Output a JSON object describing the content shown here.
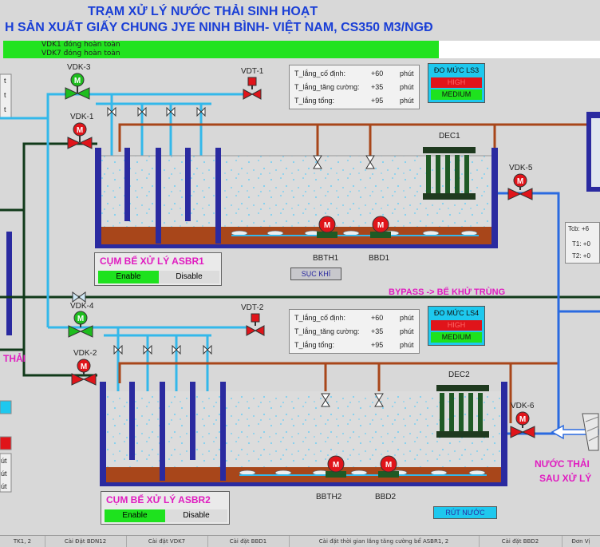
{
  "header": {
    "title_line1": "TRẠM XỬ LÝ NƯỚC THẢI SINH HOẠT",
    "title_line2": "H SẢN XUẤT GIẤY CHUNG JYE NINH BÌNH- VIỆT NAM, CS350 M3/NGĐ"
  },
  "messages": [
    "VDK1 đóng hoàn toàn",
    "VDK7 đóng hoàn toàn"
  ],
  "valves": {
    "vdk3": "VDK-3",
    "vdk1": "VDK-1",
    "vdt1": "VDT-1",
    "vdk5": "VDK-5",
    "vdk4": "VDK-4",
    "vdk2": "VDK-2",
    "vdt2": "VDT-2",
    "vdk6": "VDK-6"
  },
  "motor_letter": "M",
  "timer_box_1": {
    "rows": [
      {
        "label": "T_lắng_cố định:",
        "value": "+60",
        "unit": "phút"
      },
      {
        "label": "T_lắng_tăng cường:",
        "value": "+35",
        "unit": "phút"
      },
      {
        "label": "T_lắng tổng:",
        "value": "+95",
        "unit": "phút"
      }
    ]
  },
  "timer_box_2": {
    "rows": [
      {
        "label": "T_lắng_cố định:",
        "value": "+60",
        "unit": "phút"
      },
      {
        "label": "T_lắng_tăng cường:",
        "value": "+35",
        "unit": "phút"
      },
      {
        "label": "T_lắng tổng:",
        "value": "+95",
        "unit": "phút"
      }
    ]
  },
  "level_1": {
    "title": "ĐO MỨC LS3",
    "high": "HIGH",
    "medium": "MEDIUM"
  },
  "level_2": {
    "title": "ĐO MỨC LS4",
    "high": "HIGH",
    "medium": "MEDIUM"
  },
  "equipment": {
    "dec1": "DEC1",
    "dec2": "DEC2",
    "bbth1": "BBTH1",
    "bbd1": "BBD1",
    "bbth2": "BBTH2",
    "bbd2": "BBD2"
  },
  "group_1": {
    "title": "CỤM BỂ XỬ LÝ ASBR1",
    "enable": "Enable",
    "disable": "Disable"
  },
  "group_2": {
    "title": "CỤM BỂ XỬ LÝ ASBR2",
    "enable": "Enable",
    "disable": "Disable"
  },
  "buttons": {
    "suc_khi": "SỤC KHÍ",
    "rut_nuoc": "RÚT NƯỚC"
  },
  "bypass_label": "BYPASS -> BỂ KHỬ TRÙNG",
  "outflow": {
    "line1": "NƯỚC THẢI",
    "line2": "SAU XỬ LÝ"
  },
  "left_label": "THẢI",
  "left_panel_1": [
    "t",
    "t",
    "t"
  ],
  "left_panel_2": [
    "út",
    "út",
    "út"
  ],
  "right_panel": [
    "Tcb: +6",
    "T1: +0",
    "T2: +0"
  ],
  "tabs": [
    "TK1, 2",
    "Cài Đặt BDN12",
    "Cài đặt VDK7",
    "Cài đặt BBD1",
    "Cài đặt thời gian lắng tăng cường bể ASBR1, 2",
    "Cài đặt BBD2",
    "Đơn Vị"
  ],
  "colors": {
    "title": "#1a3fd6",
    "status_green": "#22e31f",
    "valve_green": "#1ebd1e",
    "valve_red": "#e0141a",
    "water_pipe": "#33b8ea",
    "sludge": "#a8461a",
    "tank_wall": "#2a2aa0",
    "group_title": "#e01cc0"
  }
}
